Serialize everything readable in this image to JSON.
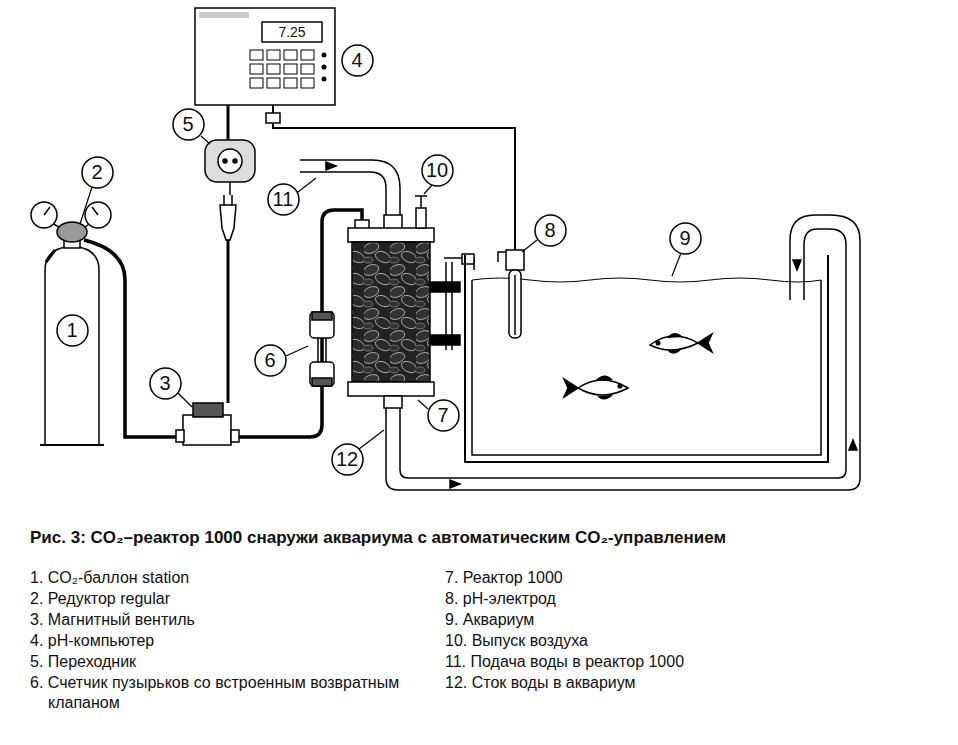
{
  "diagram": {
    "caption": "Рис. 3: CO₂–реактор 1000 снаружи аквариума с автоматическим CO₂-управлением",
    "nodes": [
      {
        "text": [
          "1"
        ]
      },
      {
        "text": [
          "2"
        ]
      },
      {
        "text": [
          "3"
        ]
      },
      {
        "text": [
          "4"
        ]
      },
      {
        "text": [
          "5"
        ]
      },
      {
        "text": [
          "6"
        ]
      },
      {
        "text": [
          "7"
        ]
      },
      {
        "text": [
          "8"
        ]
      },
      {
        "text": [
          "9"
        ]
      },
      {
        "text": [
          "10"
        ]
      },
      {
        "text": [
          "11"
        ]
      },
      {
        "text": [
          "12"
        ]
      }
    ],
    "labels": [
      "7.25",
      "1. CO₂-баллон station",
      "2. Редуктор regular",
      "3. Магнитный вентиль",
      "4. pH-компьютер",
      "5. Переходник",
      "6. Счетчик пузырьков со встроенным возвратным клапаном",
      "7. Реактор 1000",
      "8. pH-электрод",
      "9. Аквариум",
      "10. Выпуск воздуха",
      "11. Подача воды в реактор 1000",
      "12. Сток воды в аквариум"
    ]
  }
}
